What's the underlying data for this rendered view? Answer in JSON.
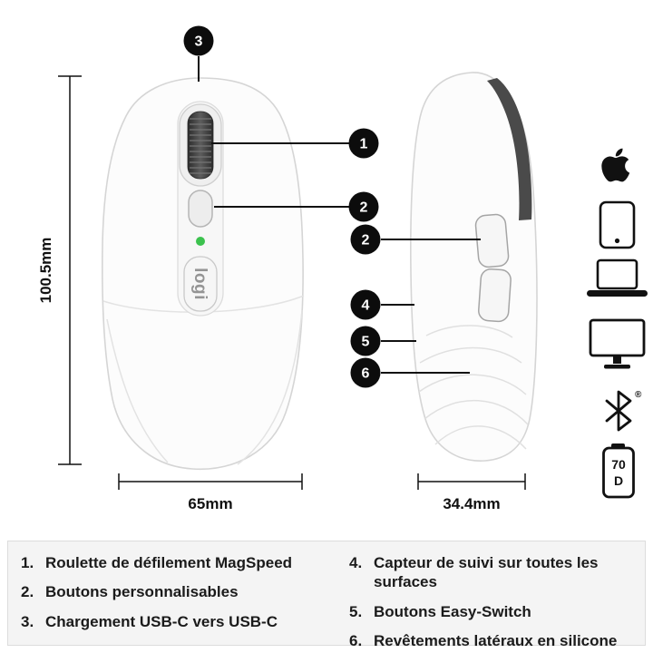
{
  "dimensions": {
    "height_label": "100.5mm",
    "width_label": "65mm",
    "depth_label": "34.4mm"
  },
  "branding": {
    "logo_text": "logi"
  },
  "callouts": [
    {
      "id": "scroll-wheel",
      "label": "1"
    },
    {
      "id": "top-button",
      "label": "2"
    },
    {
      "id": "usb-charging",
      "label": "3"
    },
    {
      "id": "side-buttons",
      "label": "2"
    },
    {
      "id": "sensor",
      "label": "4"
    },
    {
      "id": "easy-switch",
      "label": "5"
    },
    {
      "id": "silicone-grip",
      "label": "6"
    }
  ],
  "icons": {
    "bluetooth_registered": "®",
    "battery_top": "70",
    "battery_bottom": "D"
  },
  "legend": {
    "items": [
      {
        "num": "1.",
        "text": "Roulette de défilement MagSpeed"
      },
      {
        "num": "2.",
        "text": "Boutons personnalisables"
      },
      {
        "num": "3.",
        "text": "Chargement USB-C vers USB-C"
      },
      {
        "num": "4.",
        "text": "Capteur de suivi sur toutes les surfaces"
      },
      {
        "num": "5.",
        "text": "Boutons Easy-Switch"
      },
      {
        "num": "6.",
        "text": "Revêtements latéraux en silicone"
      }
    ]
  }
}
